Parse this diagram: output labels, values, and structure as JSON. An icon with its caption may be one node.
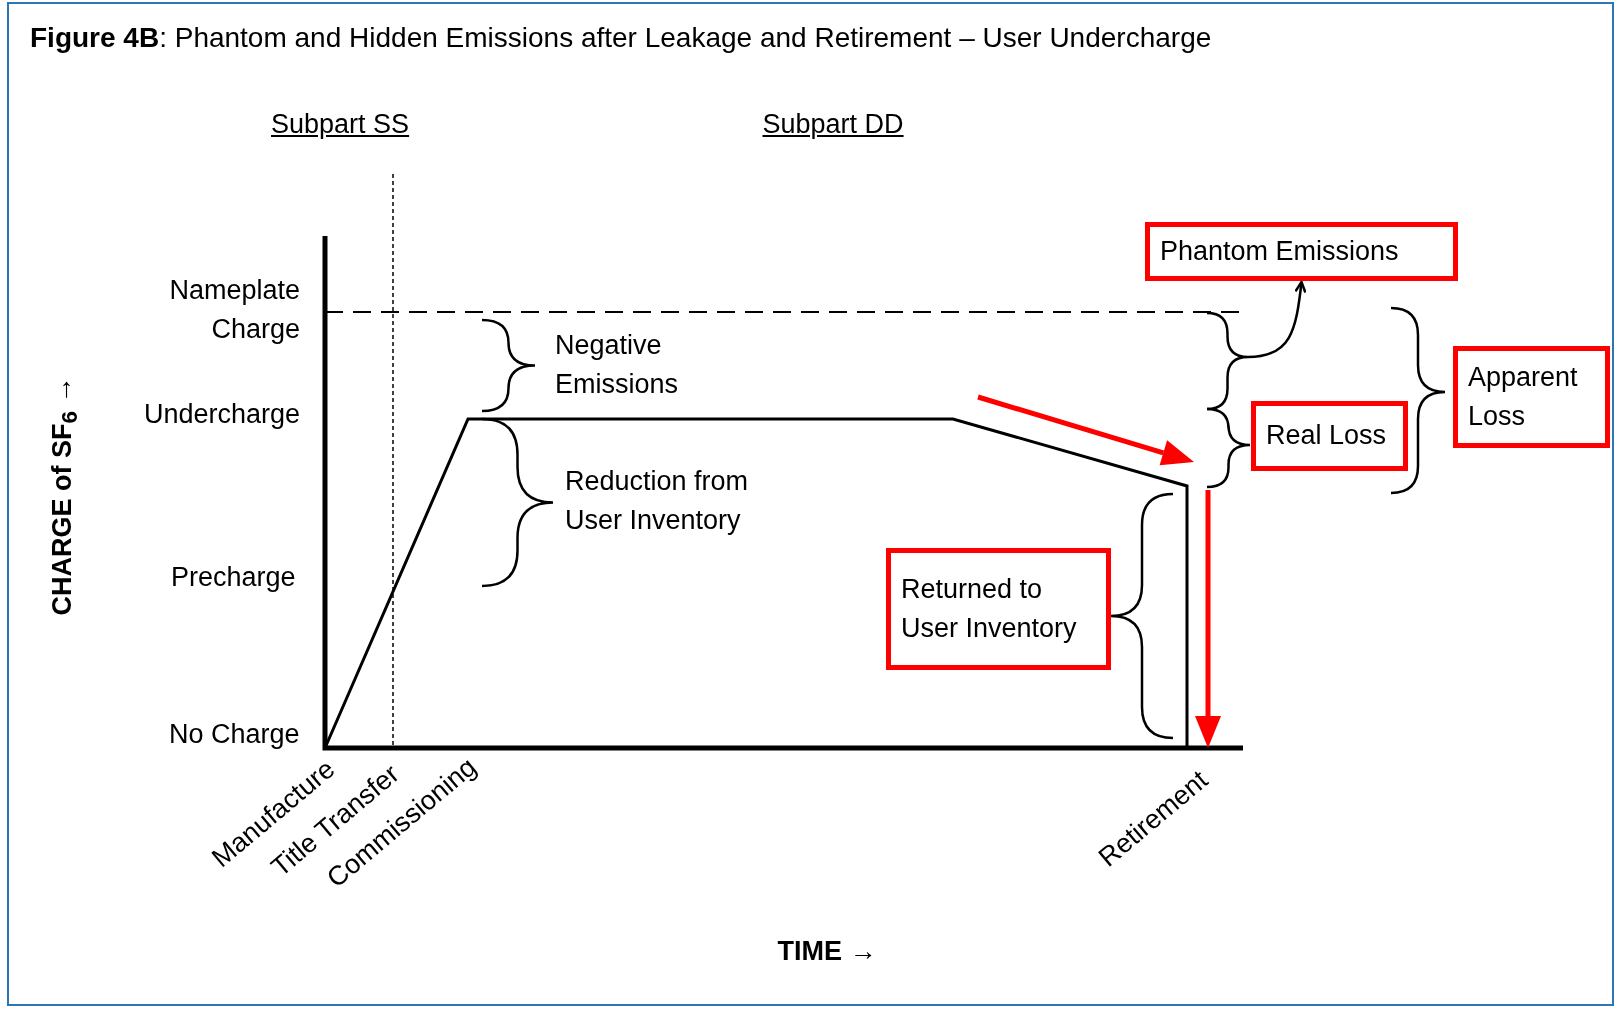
{
  "diagram": {
    "title": "**Figure 4B**: Phantom and Hidden Emissions after Leakage and Retirement – User Undercharge",
    "nodes": [
      {
        "text": [
          "Phantom Emissions"
        ]
      },
      {
        "text": [
          "Apparent Loss"
        ]
      },
      {
        "text": [
          "Real Loss"
        ]
      },
      {
        "text": [
          "Returned to User Inventory"
        ]
      },
      {
        "text": [],
        "shape": "brace"
      }
    ],
    "edges": [
      {
        "from": 4,
        "to": 0,
        "arrow": "to"
      }
    ],
    "labels": [
      "Subpart SS",
      "Subpart DD",
      "Nameplate Charge",
      "Negative Emissions",
      "Undercharge",
      "Reduction from User Inventory",
      "Precharge",
      "No Charge",
      "Manufacture",
      "Title Transfer",
      "Commissioning",
      "Retirement",
      "CHARGE of SF$_{6}$ →",
      "TIME →"
    ]
  }
}
